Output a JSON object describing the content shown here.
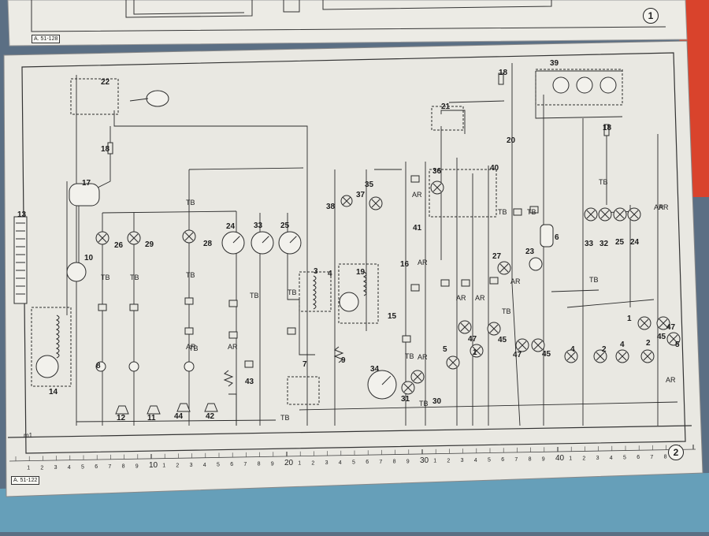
{
  "pages": {
    "top_page_number": "1",
    "bottom_page_number": "2",
    "top_ref": "A. 51-128",
    "bottom_ref": "A. 51-122"
  },
  "scale": {
    "major_labels": [
      "10",
      "20",
      "30",
      "40"
    ],
    "minor_digits": [
      "1",
      "2",
      "3",
      "4",
      "5",
      "6",
      "7",
      "8",
      "9"
    ]
  },
  "ground_label": "m1",
  "components": [
    {
      "id": "c1",
      "label": "22"
    },
    {
      "id": "c2",
      "label": "18"
    },
    {
      "id": "c3",
      "label": "17"
    },
    {
      "id": "c4",
      "label": "13"
    },
    {
      "id": "c5",
      "label": "10"
    },
    {
      "id": "c6",
      "label": "14"
    },
    {
      "id": "c7",
      "label": "26"
    },
    {
      "id": "c8",
      "label": "29"
    },
    {
      "id": "c9",
      "label": "28"
    },
    {
      "id": "c10",
      "label": "24"
    },
    {
      "id": "c11",
      "label": "33"
    },
    {
      "id": "c12",
      "label": "25"
    },
    {
      "id": "c13",
      "label": "8"
    },
    {
      "id": "c14",
      "label": "12"
    },
    {
      "id": "c15",
      "label": "11"
    },
    {
      "id": "c16",
      "label": "44"
    },
    {
      "id": "c17",
      "label": "42"
    },
    {
      "id": "c18",
      "label": "43"
    },
    {
      "id": "c19",
      "label": "3"
    },
    {
      "id": "c20",
      "label": "4"
    },
    {
      "id": "c21",
      "label": "7"
    },
    {
      "id": "c22",
      "label": "38"
    },
    {
      "id": "c23",
      "label": "37"
    },
    {
      "id": "c24",
      "label": "35"
    },
    {
      "id": "c25",
      "label": "19"
    },
    {
      "id": "c26",
      "label": "15"
    },
    {
      "id": "c27",
      "label": "9"
    },
    {
      "id": "c28",
      "label": "34"
    },
    {
      "id": "c29",
      "label": "41"
    },
    {
      "id": "c30",
      "label": "16"
    },
    {
      "id": "c31",
      "label": "31"
    },
    {
      "id": "c32",
      "label": "30"
    },
    {
      "id": "c33",
      "label": "21"
    },
    {
      "id": "c34",
      "label": "36"
    },
    {
      "id": "c35",
      "label": "40"
    },
    {
      "id": "c36",
      "label": "5"
    },
    {
      "id": "c37",
      "label": "47"
    },
    {
      "id": "c38",
      "label": "1"
    },
    {
      "id": "c39",
      "label": "45"
    },
    {
      "id": "c40",
      "label": "27"
    },
    {
      "id": "c41",
      "label": "20"
    },
    {
      "id": "c42",
      "label": "23"
    },
    {
      "id": "c43",
      "label": "6"
    },
    {
      "id": "c44",
      "label": "39"
    },
    {
      "id": "c45",
      "label": "18"
    },
    {
      "id": "c46",
      "label": "18"
    },
    {
      "id": "c47",
      "label": "33"
    },
    {
      "id": "c48",
      "label": "32"
    },
    {
      "id": "c49",
      "label": "25"
    },
    {
      "id": "c50",
      "label": "24"
    },
    {
      "id": "c51",
      "label": "47"
    },
    {
      "id": "c52",
      "label": "45"
    },
    {
      "id": "c53",
      "label": "4"
    },
    {
      "id": "c54",
      "label": "2"
    },
    {
      "id": "c55",
      "label": "4"
    },
    {
      "id": "c56",
      "label": "2"
    },
    {
      "id": "c57",
      "label": "45"
    },
    {
      "id": "c58",
      "label": "47"
    },
    {
      "id": "c59",
      "label": "1"
    },
    {
      "id": "c60",
      "label": "5"
    }
  ],
  "wire_tags": [
    {
      "id": "w1",
      "text": "TB"
    },
    {
      "id": "w2",
      "text": "TB"
    },
    {
      "id": "w3",
      "text": "TB"
    },
    {
      "id": "w4",
      "text": "TB"
    },
    {
      "id": "w5",
      "text": "AR"
    },
    {
      "id": "w6",
      "text": "AR"
    },
    {
      "id": "w7",
      "text": "TB"
    },
    {
      "id": "w8",
      "text": "TB"
    },
    {
      "id": "w9",
      "text": "AR"
    },
    {
      "id": "w10",
      "text": "AR"
    },
    {
      "id": "w11",
      "text": "AR"
    },
    {
      "id": "w12",
      "text": "TB"
    },
    {
      "id": "w13",
      "text": "TB"
    },
    {
      "id": "w14",
      "text": "AR"
    },
    {
      "id": "w15",
      "text": "AR"
    },
    {
      "id": "w16",
      "text": "TB"
    },
    {
      "id": "w17",
      "text": "TB"
    },
    {
      "id": "w18",
      "text": "TB"
    },
    {
      "id": "w19",
      "text": "AR"
    },
    {
      "id": "w20",
      "text": "AR"
    },
    {
      "id": "w21",
      "text": "TB"
    },
    {
      "id": "w22",
      "text": "TB"
    },
    {
      "id": "w23",
      "text": "TB"
    },
    {
      "id": "w24",
      "text": "AR"
    },
    {
      "id": "w25",
      "text": "AR"
    },
    {
      "id": "w26",
      "text": "TB"
    }
  ],
  "colors": {
    "paper": "#e9e8e2",
    "ink": "#2b2b2b",
    "background": "#5b6f84",
    "red_accent": "#d9432c"
  }
}
